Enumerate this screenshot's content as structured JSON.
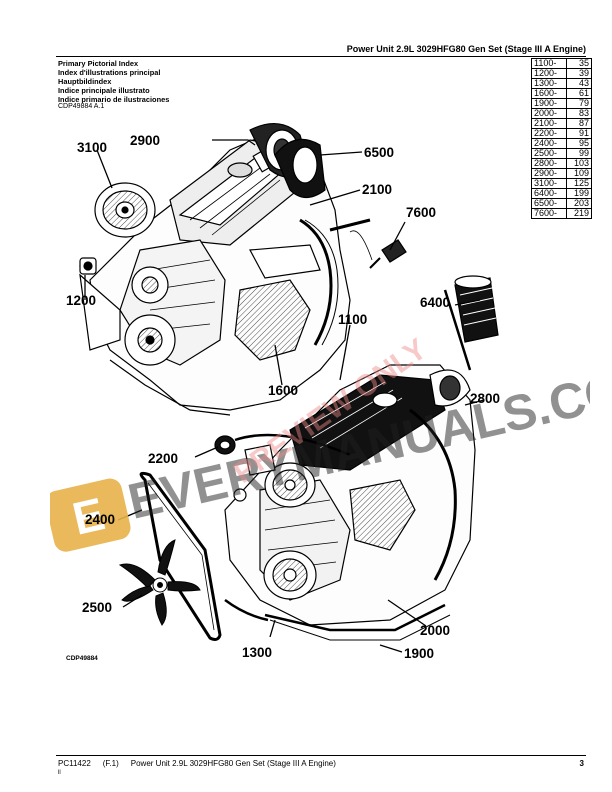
{
  "header": {
    "title": "Power Unit 2.9L 3029HFG80 Gen Set (Stage III A Engine)"
  },
  "index_titles": [
    "Primary Pictorial Index",
    "Index d'illustrations principal",
    "Hauptbildindex",
    "Indice principale illustrato",
    "Indice primario de ilustraciones"
  ],
  "ref_code": "CDP49884 A.1",
  "index_table": [
    {
      "section": "1100-",
      "page": "35"
    },
    {
      "section": "1200-",
      "page": "39"
    },
    {
      "section": "1300-",
      "page": "43"
    },
    {
      "section": "1600-",
      "page": "61"
    },
    {
      "section": "1900-",
      "page": "79"
    },
    {
      "section": "2000-",
      "page": "83"
    },
    {
      "section": "2100-",
      "page": "87"
    },
    {
      "section": "2200-",
      "page": "91"
    },
    {
      "section": "2400-",
      "page": "95"
    },
    {
      "section": "2500-",
      "page": "99"
    },
    {
      "section": "2800-",
      "page": "103"
    },
    {
      "section": "2900-",
      "page": "109"
    },
    {
      "section": "3100-",
      "page": "125"
    },
    {
      "section": "6400-",
      "page": "199"
    },
    {
      "section": "6500-",
      "page": "203"
    },
    {
      "section": "7600-",
      "page": "219"
    }
  ],
  "callouts": {
    "c2900": "2900",
    "c3100": "3100",
    "c6500": "6500",
    "c2100": "2100",
    "c7600": "7600",
    "c1200": "1200",
    "c6400": "6400",
    "c1100": "1100",
    "c1600": "1600",
    "c2800": "2800",
    "c2200": "2200",
    "c2400": "2400",
    "c2500": "2500",
    "c1300": "1300",
    "c2000": "2000",
    "c1900": "1900"
  },
  "illustration_code": "CDP49884",
  "watermark": {
    "text": "EVERYMANUALS.COM",
    "logo_letter": "E",
    "stamp": "PREVIEW ONLY"
  },
  "footer": {
    "doc_id": "PC11422",
    "revision": "(F.1)",
    "title": "Power Unit 2.9L 3029HFG80 Gen Set (Stage III A Engine)",
    "page": "3",
    "mark": "ll"
  }
}
